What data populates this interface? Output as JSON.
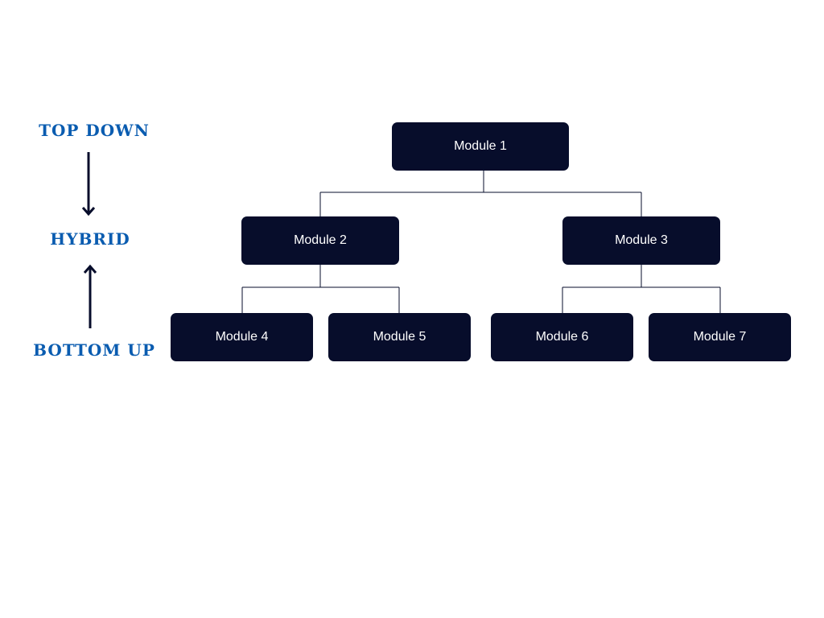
{
  "approach_labels": {
    "top": "TOP DOWN",
    "middle": "HYBRID",
    "bottom": "BOTTOM UP"
  },
  "modules": [
    {
      "id": "m1",
      "label": "Module 1"
    },
    {
      "id": "m2",
      "label": "Module 2"
    },
    {
      "id": "m3",
      "label": "Module 3"
    },
    {
      "id": "m4",
      "label": "Module 4"
    },
    {
      "id": "m5",
      "label": "Module 5"
    },
    {
      "id": "m6",
      "label": "Module 6"
    },
    {
      "id": "m7",
      "label": "Module 7"
    }
  ],
  "colors": {
    "label_blue": "#0a5cb0",
    "module_fill": "#070d2b",
    "module_text": "#ffffff",
    "arrow": "#070d2b",
    "connector": "#070d2b"
  }
}
